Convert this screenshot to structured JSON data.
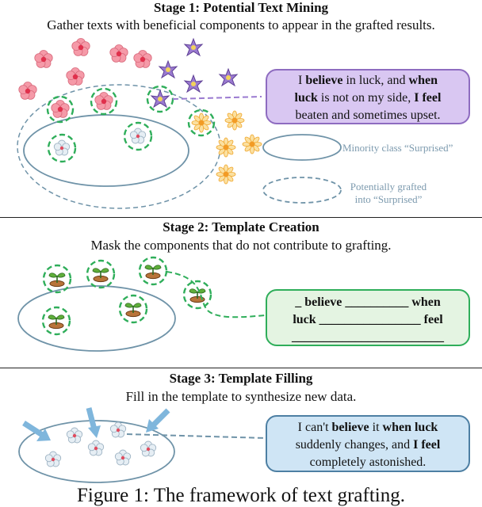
{
  "stage1": {
    "title": "Stage 1: Potential Text Mining",
    "subtitle": "Gather texts with beneficial components to appear in the grafted results.",
    "bubble": {
      "p1": "I ",
      "b1": "believe",
      "p2": " in luck, and ",
      "b2": "when",
      "b3": "luck",
      "p3": " is not on my side, ",
      "b4": "I feel",
      "p4": "beaten and sometimes upset."
    },
    "legend_solid": "Minority class “Surprised”",
    "legend_dashed_1": "Potentially grafted",
    "legend_dashed_2": "into “Surprised”"
  },
  "stage2": {
    "title": "Stage 2: Template Creation",
    "subtitle": "Mask the components that do not contribute to grafting.",
    "template": {
      "line1": "_ believe __________ when",
      "line2": "luck ________________ feel",
      "line3": "________________________"
    }
  },
  "stage3": {
    "title": "Stage 3: Template Filling",
    "subtitle": "Fill in the template to synthesize new data.",
    "bubble": {
      "p1": "I can't ",
      "b1": "believe",
      "p2": " it ",
      "b2": "when luck",
      "p3": "suddenly changes, and ",
      "b3": "I feel",
      "p4": "completely astonished."
    }
  },
  "caption": "Figure 1: The framework of text grafting.",
  "colors": {
    "pink": "#f08a9a",
    "purple": "#8e6cc0",
    "yellow": "#f7c04a",
    "green_dash": "#2fae5a",
    "blue_outline": "#6f93a8",
    "purple_bubble": "#d9c7f2",
    "green_bubble": "#e4f4e2",
    "blue_bubble": "#cfe5f5",
    "arrow_blue": "#7fb6dc"
  },
  "icons": [
    "pink-flower-icon",
    "purple-flower-icon",
    "yellow-flower-icon",
    "white-flower-icon",
    "sprout-icon",
    "arrow-icon"
  ]
}
